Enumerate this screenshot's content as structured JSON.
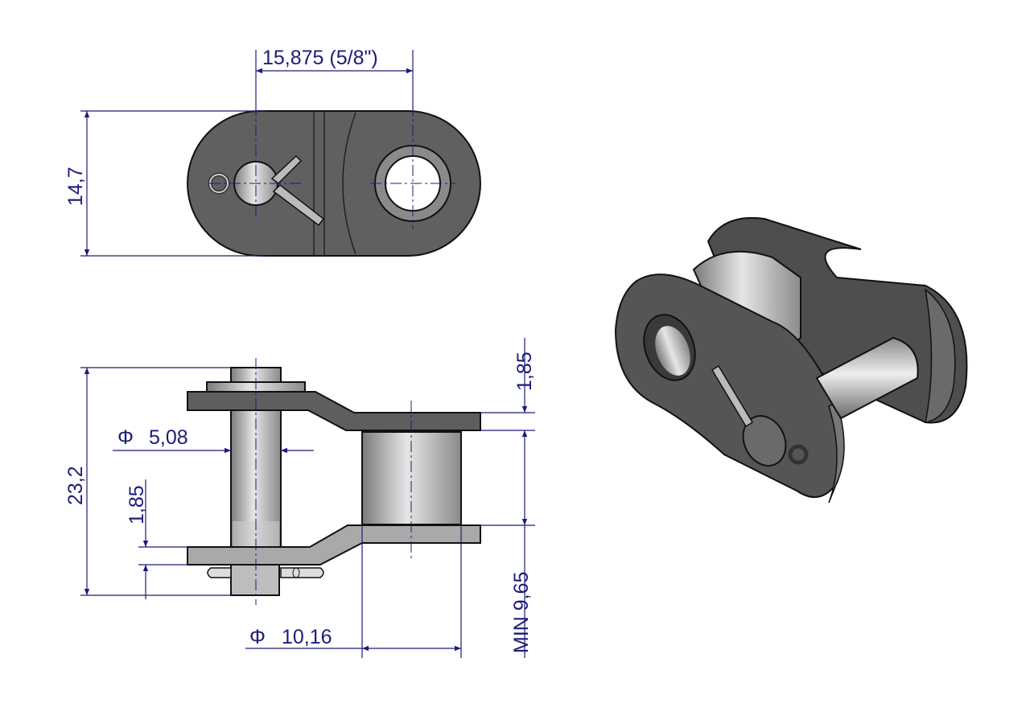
{
  "title": "Chain connecting link drawing",
  "colors": {
    "dimension": "#1c1c7a",
    "plate": "#5b5b5b",
    "pin": "#c4c4c4"
  },
  "dimensions": {
    "pitch": "15,875 (5/8\")",
    "plate_height": "14,7",
    "plate_thickness_top": "1,85",
    "pin_diameter": "5,08",
    "overall_pin_length": "23,2",
    "plate_thickness_bottom": "1,85",
    "inner_width": "MIN 9,65",
    "roller_diameter": "10,16",
    "diameter_symbol": "Φ"
  }
}
